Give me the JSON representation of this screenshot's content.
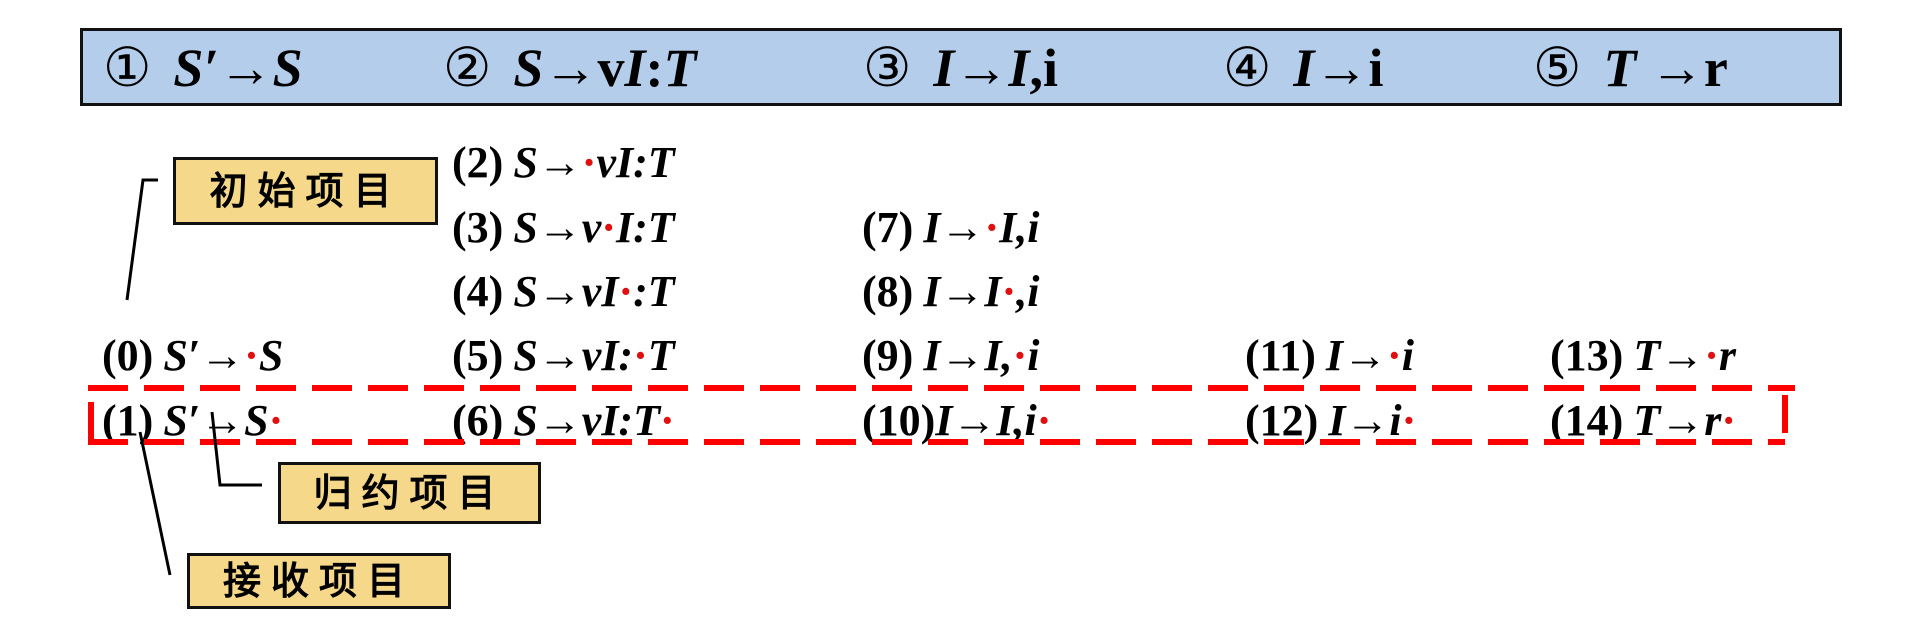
{
  "grammar": [
    {
      "num": "①",
      "lhs": "S′",
      "arrow": "→",
      "rhs": "S"
    },
    {
      "num": "②",
      "lhs": "S",
      "arrow": "→",
      "rhs_pre": "v",
      "rhs_it": "I",
      "rhs_post": ":",
      "rhs_it2": "T"
    },
    {
      "num": "③",
      "lhs": "I",
      "arrow": "→",
      "rhs_it": "I",
      "rhs_post": ",i"
    },
    {
      "num": "④",
      "lhs": "I",
      "arrow": "→",
      "rhs_post": "i"
    },
    {
      "num": "⑤",
      "lhs": "T",
      "arrow": " →",
      "rhs_post": "r"
    }
  ],
  "items": [
    {
      "label": "(0)",
      "parts": [
        "S′→",
        "·",
        "S"
      ]
    },
    {
      "label": "(1)",
      "parts": [
        "S′→S",
        "·",
        ""
      ]
    },
    {
      "label": "(2)",
      "parts": [
        "S→",
        "·",
        "vI:T"
      ]
    },
    {
      "label": "(3)",
      "parts": [
        "S→v",
        "·",
        "I:T"
      ]
    },
    {
      "label": "(4)",
      "parts": [
        "S→vI",
        "·",
        ":T"
      ]
    },
    {
      "label": "(5)",
      "parts": [
        "S→vI:",
        "·",
        "T"
      ]
    },
    {
      "label": "(6)",
      "parts": [
        "S→vI:T",
        "·",
        ""
      ]
    },
    {
      "label": "(7)",
      "parts": [
        "I→",
        "·",
        "I,i"
      ]
    },
    {
      "label": "(8)",
      "parts": [
        "I→I",
        "·",
        ",i"
      ]
    },
    {
      "label": "(9)",
      "parts": [
        "I→I,",
        "·",
        "i"
      ]
    },
    {
      "label": "(10)",
      "parts": [
        "I→I,i",
        "·",
        ""
      ]
    },
    {
      "label": "(11)",
      "parts": [
        "I→",
        "·",
        "i"
      ]
    },
    {
      "label": "(12)",
      "parts": [
        "I→i",
        "·",
        ""
      ]
    },
    {
      "label": "(13)",
      "parts": [
        "T→",
        "·",
        "r"
      ]
    },
    {
      "label": "(14)",
      "parts": [
        "T→r",
        "·",
        ""
      ]
    }
  ],
  "callouts": {
    "initial": "初始项目",
    "reduce": "归约项目",
    "accept": "接收项目"
  },
  "colors": {
    "bar": "#b4cdea",
    "callout": "#f6d88b",
    "dot": "#e01010",
    "dashed_box": "#ff0000"
  }
}
